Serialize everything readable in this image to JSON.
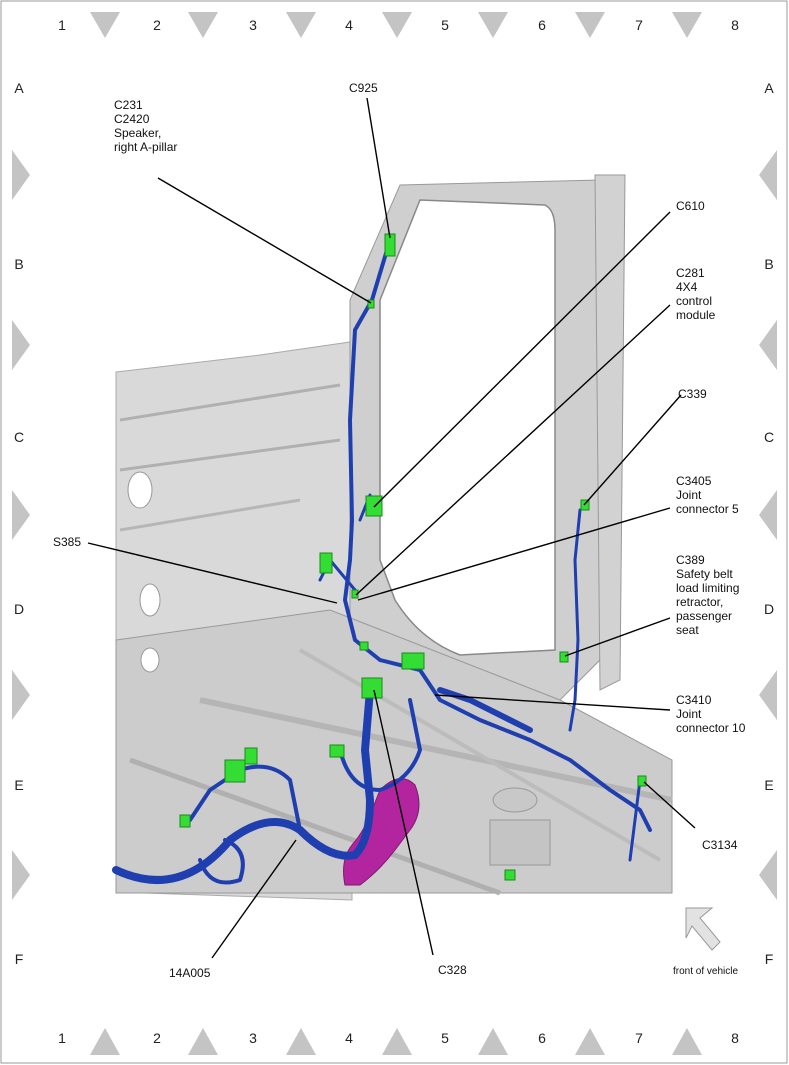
{
  "grid": {
    "columns": [
      "1",
      "2",
      "3",
      "4",
      "5",
      "6",
      "7",
      "8"
    ],
    "rows": [
      "A",
      "B",
      "C",
      "D",
      "E",
      "F"
    ]
  },
  "callouts": {
    "c231": "C231\nC2420\nSpeaker,\nright A-pillar",
    "c925": "C925",
    "c610": "C610",
    "c281": "C281\n4X4\ncontrol\nmodule",
    "c339": "C339",
    "c3405": "C3405\nJoint\nconnector 5",
    "s385": "S385",
    "c389": "C389\nSafety belt\nload limiting\nretractor,\npassenger\nseat",
    "c3410": "C3410\nJoint\nconnector 10",
    "c3134": "C3134",
    "c14a005": "14A005",
    "c328": "C328"
  },
  "front_of_vehicle": "front of vehicle",
  "colors": {
    "harness": "#1f3fb0",
    "connector": "#33dd33",
    "body_panel": "#d4d4d4",
    "purple_duct": "#b3259e",
    "border_triangle": "#b8b8b8"
  }
}
